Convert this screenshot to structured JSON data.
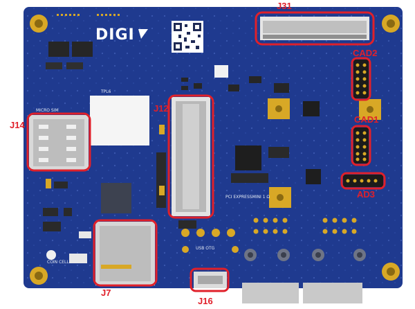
{
  "board": {
    "logo_text": "DIGI",
    "colors": {
      "pcb": "#1f3a8f",
      "pcb_dark": "#17307a",
      "gold": "#d8a826",
      "highlight": "#e0202a",
      "white_component": "#f2f2f2"
    }
  },
  "callouts": [
    {
      "id": "j31",
      "label": "J31"
    },
    {
      "id": "j14",
      "label": "J14"
    },
    {
      "id": "j12",
      "label": "J12"
    },
    {
      "id": "j7",
      "label": "J7"
    },
    {
      "id": "j16",
      "label": "J16"
    },
    {
      "id": "cad2",
      "label": "CAD2"
    },
    {
      "id": "cad1",
      "label": "CAD1"
    },
    {
      "id": "ad3",
      "label": "AD3"
    }
  ],
  "silkscreen": {
    "micro_sim": "MICRO SIM",
    "coin_cell": "COIN CELL",
    "usb_otg": "USB OTG",
    "pci_express": "PCI EXPRESSMINI 1 Ω",
    "tpl": "TPL6"
  }
}
